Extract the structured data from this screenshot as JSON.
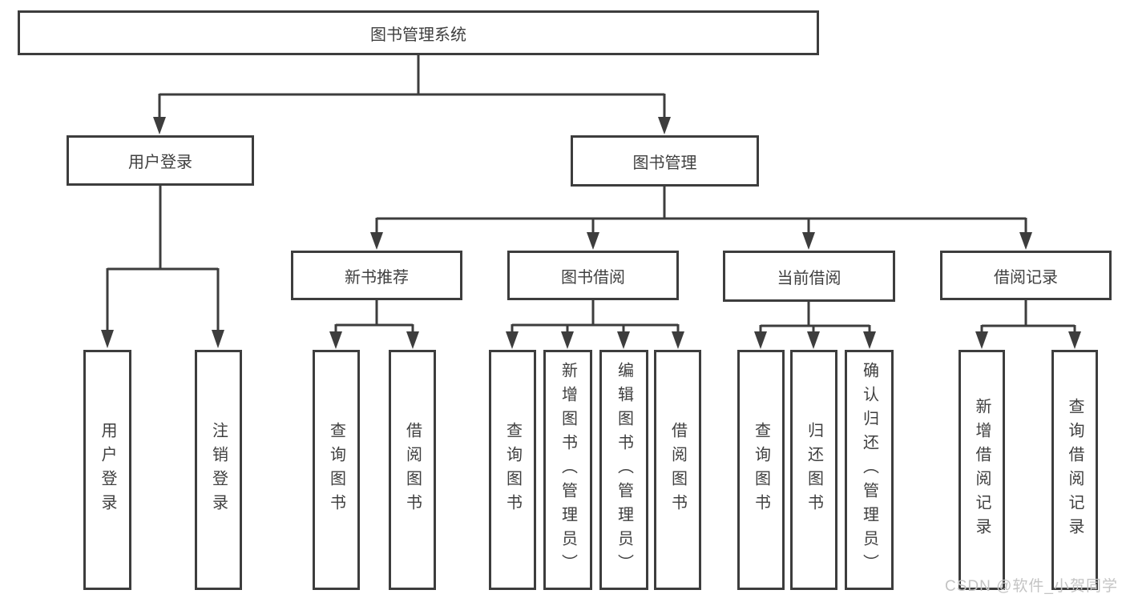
{
  "diagram": {
    "title": "图书管理系统",
    "root": {
      "label": "图书管理系统"
    },
    "branches": [
      {
        "label": "用户登录",
        "children": [
          {
            "label": "用户登录"
          },
          {
            "label": "注销登录"
          }
        ]
      },
      {
        "label": "图书管理",
        "children": [
          {
            "label": "新书推荐",
            "children": [
              {
                "label": "查询图书"
              },
              {
                "label": "借阅图书"
              }
            ]
          },
          {
            "label": "图书借阅",
            "children": [
              {
                "label": "查询图书"
              },
              {
                "label": "新增图书（管理员）"
              },
              {
                "label": "编辑图书（管理员）"
              },
              {
                "label": "借阅图书"
              }
            ]
          },
          {
            "label": "当前借阅",
            "children": [
              {
                "label": "查询图书"
              },
              {
                "label": "归还图书"
              },
              {
                "label": "确认归还（管理员）"
              }
            ]
          },
          {
            "label": "借阅记录",
            "children": [
              {
                "label": "新增借阅记录"
              },
              {
                "label": "查询借阅记录"
              }
            ]
          }
        ]
      }
    ]
  },
  "watermark": {
    "text": "CSDN @软件_小贺同学"
  },
  "colors": {
    "line": "#3d3d3d",
    "text": "#3f3f3f",
    "background": "#ffffff",
    "watermark": "#c4c4c4"
  }
}
